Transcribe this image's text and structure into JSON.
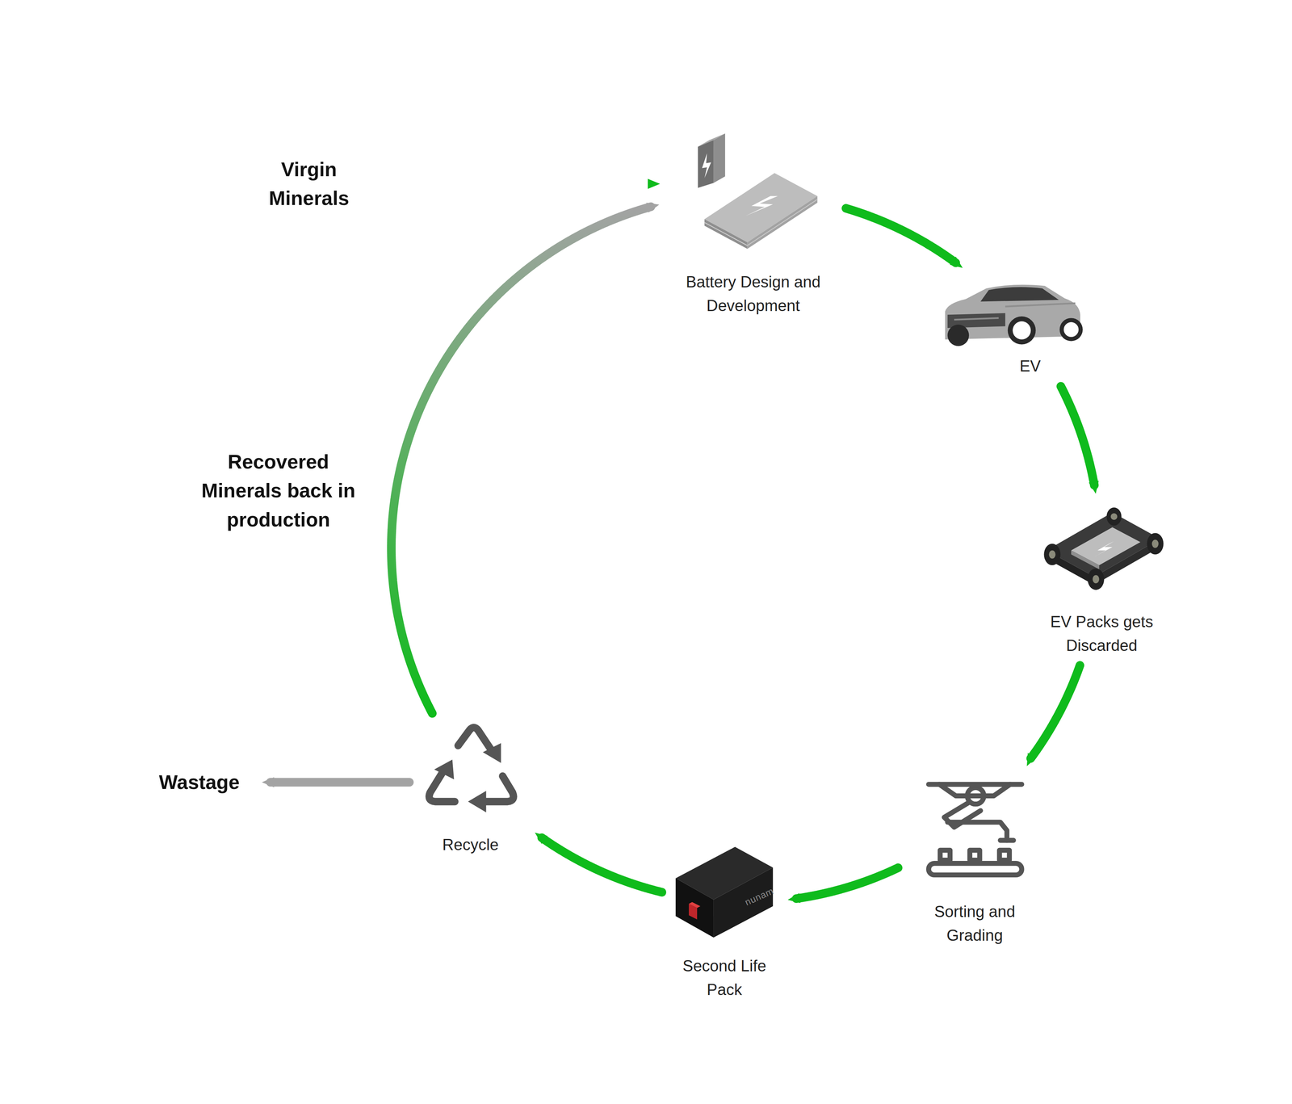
{
  "diagram": {
    "nodes": [
      {
        "text": [
          "Virgin Minerals"
        ]
      },
      {
        "text": [
          "Battery Design and Development"
        ]
      },
      {
        "text": [
          "EV"
        ]
      },
      {
        "text": [
          "EV Packs gets Discarded"
        ]
      },
      {
        "text": [
          "Sorting and Grading"
        ]
      },
      {
        "text": [
          "Second Life Pack"
        ]
      },
      {
        "text": [
          "Recycle"
        ]
      },
      {
        "text": [
          "Wastage"
        ]
      }
    ],
    "edges": [
      {
        "from": 0,
        "to": 1,
        "arrow": "to"
      },
      {
        "from": 1,
        "to": 2,
        "arrow": "to"
      },
      {
        "from": 2,
        "to": 3,
        "arrow": "to"
      },
      {
        "from": 3,
        "to": 4,
        "arrow": "to"
      },
      {
        "from": 4,
        "to": 5,
        "arrow": "to"
      },
      {
        "from": 5,
        "to": 6,
        "arrow": "to"
      },
      {
        "from": 6,
        "to": 1,
        "label": "Recovered Minerals back in production",
        "arrow": "to"
      },
      {
        "from": 6,
        "to": 7,
        "arrow": "to"
      }
    ],
    "labels": [
      "nunam"
    ]
  }
}
